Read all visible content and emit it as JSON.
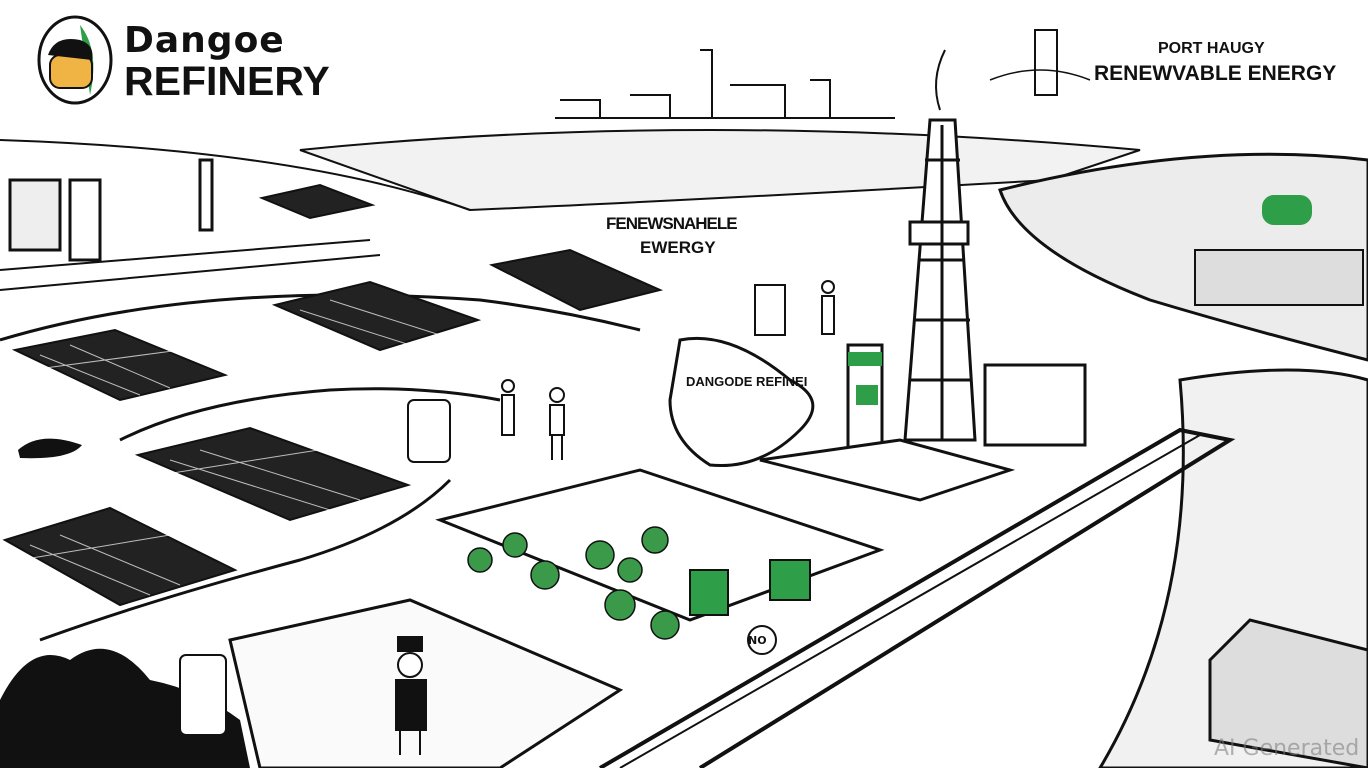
{
  "logo": {
    "line1": "Dangoe",
    "line2": "REFINERY"
  },
  "top_right": {
    "line1": "PORT HAUGY",
    "line2": "RENEWVABLE ENERGY"
  },
  "center_label": {
    "line1": "FENEWSNAHELE",
    "line2": "EWERGY"
  },
  "refinery_label": "DANGODE REFINEI",
  "sign": "NO",
  "watermark": "AI Generated",
  "colors": {
    "accent_green": "#2e9e48",
    "ink": "#111111",
    "face": "#f0b445"
  }
}
